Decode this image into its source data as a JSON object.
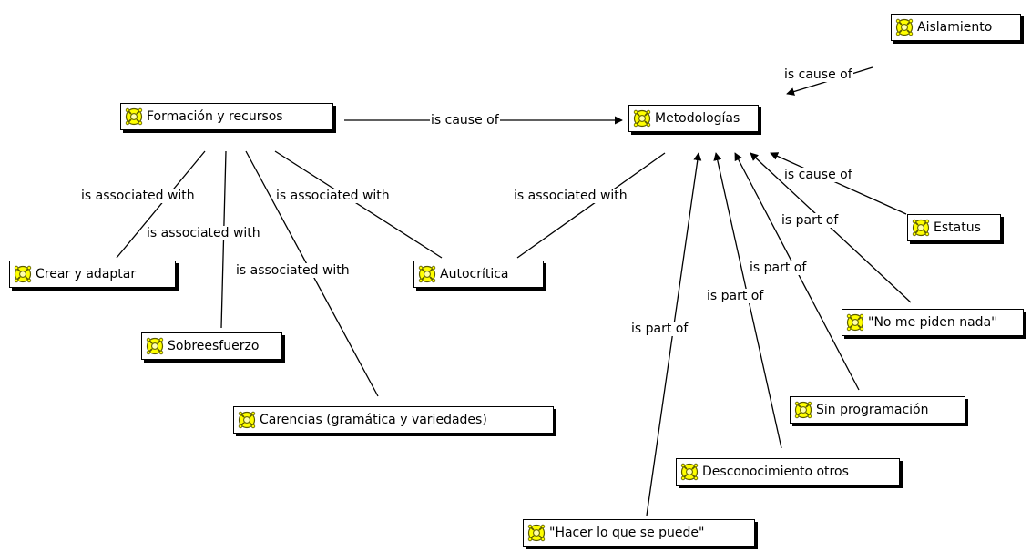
{
  "nodes": {
    "aislamiento": "Aislamiento",
    "formacion": "Formación y recursos",
    "metodologias": "Metodologías",
    "crear": "Crear y adaptar",
    "autocritica": "Autocrítica",
    "estatus": "Estatus",
    "sobreesfuerzo": "Sobreesfuerzo",
    "no_me_piden": "\"No me piden nada\"",
    "carencias": "Carencias (gramática y variedades)",
    "sin_programacion": "Sin programación",
    "desconocimiento": "Desconocimiento otros",
    "hacer": "\"Hacer lo que se puede\""
  },
  "relations": {
    "cause_aislamiento": "is cause of",
    "cause_formacion": "is cause of",
    "cause_estatus": "is cause of",
    "assoc_crear": "is associated with",
    "assoc_sobreesfuerzo": "is associated with",
    "assoc_carencias": "is associated with",
    "assoc_autocritica": "is associated with",
    "assoc_autocritica_meto": "is associated with",
    "part_no_me_piden": "is part of",
    "part_sin_programacion": "is part of",
    "part_desconocimiento": "is part of",
    "part_hacer": "is part of"
  },
  "icon": "concept-node-icon",
  "colors": {
    "icon_fill": "#ffff00",
    "icon_outline": "#5a5a00",
    "line": "#000000"
  }
}
